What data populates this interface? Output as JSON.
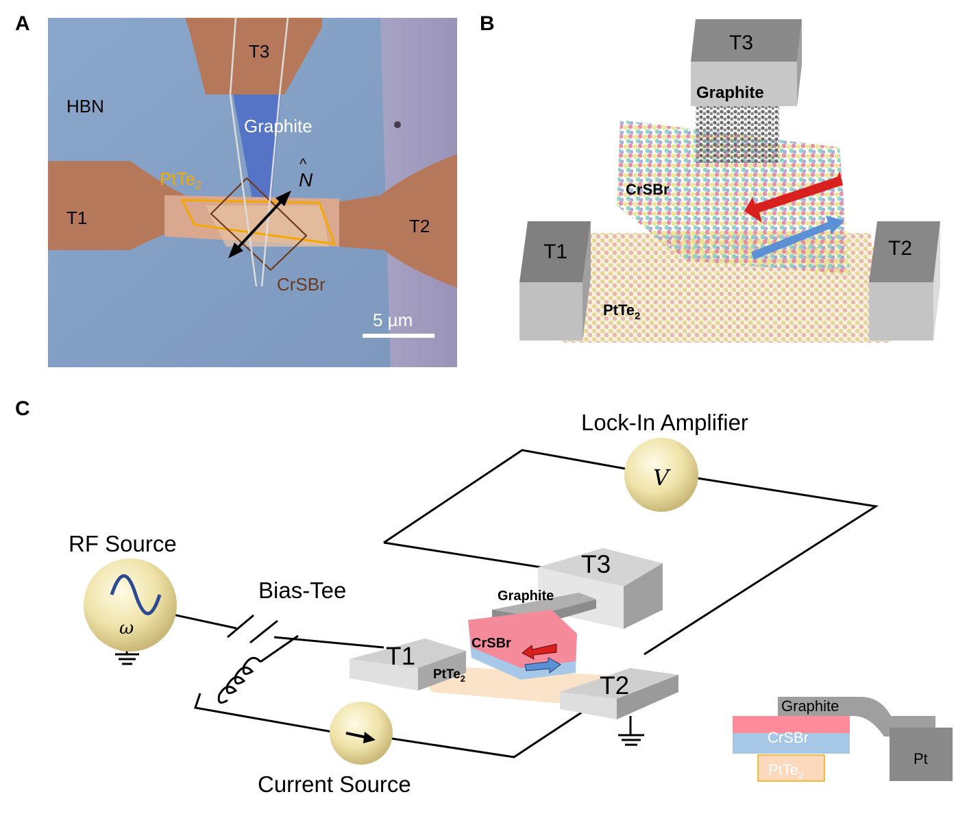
{
  "panels": {
    "a": {
      "letter": "A",
      "labels": {
        "t3": "T3",
        "hbn": "HBN",
        "graphite": "Graphite",
        "ptte": "PtTe",
        "ptte_sub": "2",
        "n_hat": "N",
        "t1": "T1",
        "t2": "T2",
        "crsbr": "CrSBr",
        "scale": "5 µm"
      }
    },
    "b": {
      "letter": "B",
      "labels": {
        "t3": "T3",
        "graphite": "Graphite",
        "crsbr": "CrSBr",
        "t1": "T1",
        "t2": "T2",
        "ptte": "PtTe",
        "ptte_sub": "2"
      }
    },
    "c": {
      "letter": "C",
      "labels": {
        "lockin": "Lock-In Amplifier",
        "v": "V",
        "rf": "RF Source",
        "omega": "ω",
        "biastee": "Bias-Tee",
        "current": "Current Source",
        "t1": "T1",
        "t2": "T2",
        "t3": "T3",
        "graphite": "Graphite",
        "crsbr": "CrSBr",
        "ptte": "PtTe",
        "ptte_sub": "2"
      },
      "stack": {
        "graphite": "Graphite",
        "crsbr": "CrSBr",
        "ptte": "PtTe",
        "ptte_sub": "2",
        "pt": "Pt"
      }
    }
  },
  "colors": {
    "hbn": "#7a9cc4",
    "gold": "#b5785a",
    "ptte_outline": "#f5a800",
    "crsbr_outline": "#6b3a1e",
    "crsbr_layer": "#f48a9a",
    "ptte_layer": "#fbd8b8",
    "blue_layer": "#a8c8e8",
    "graphite_gray": "#9a9a9a",
    "electrode_gray": "#8a8a8a",
    "red_arrow": "#d8201e",
    "blue_arrow": "#5b8fd6"
  }
}
